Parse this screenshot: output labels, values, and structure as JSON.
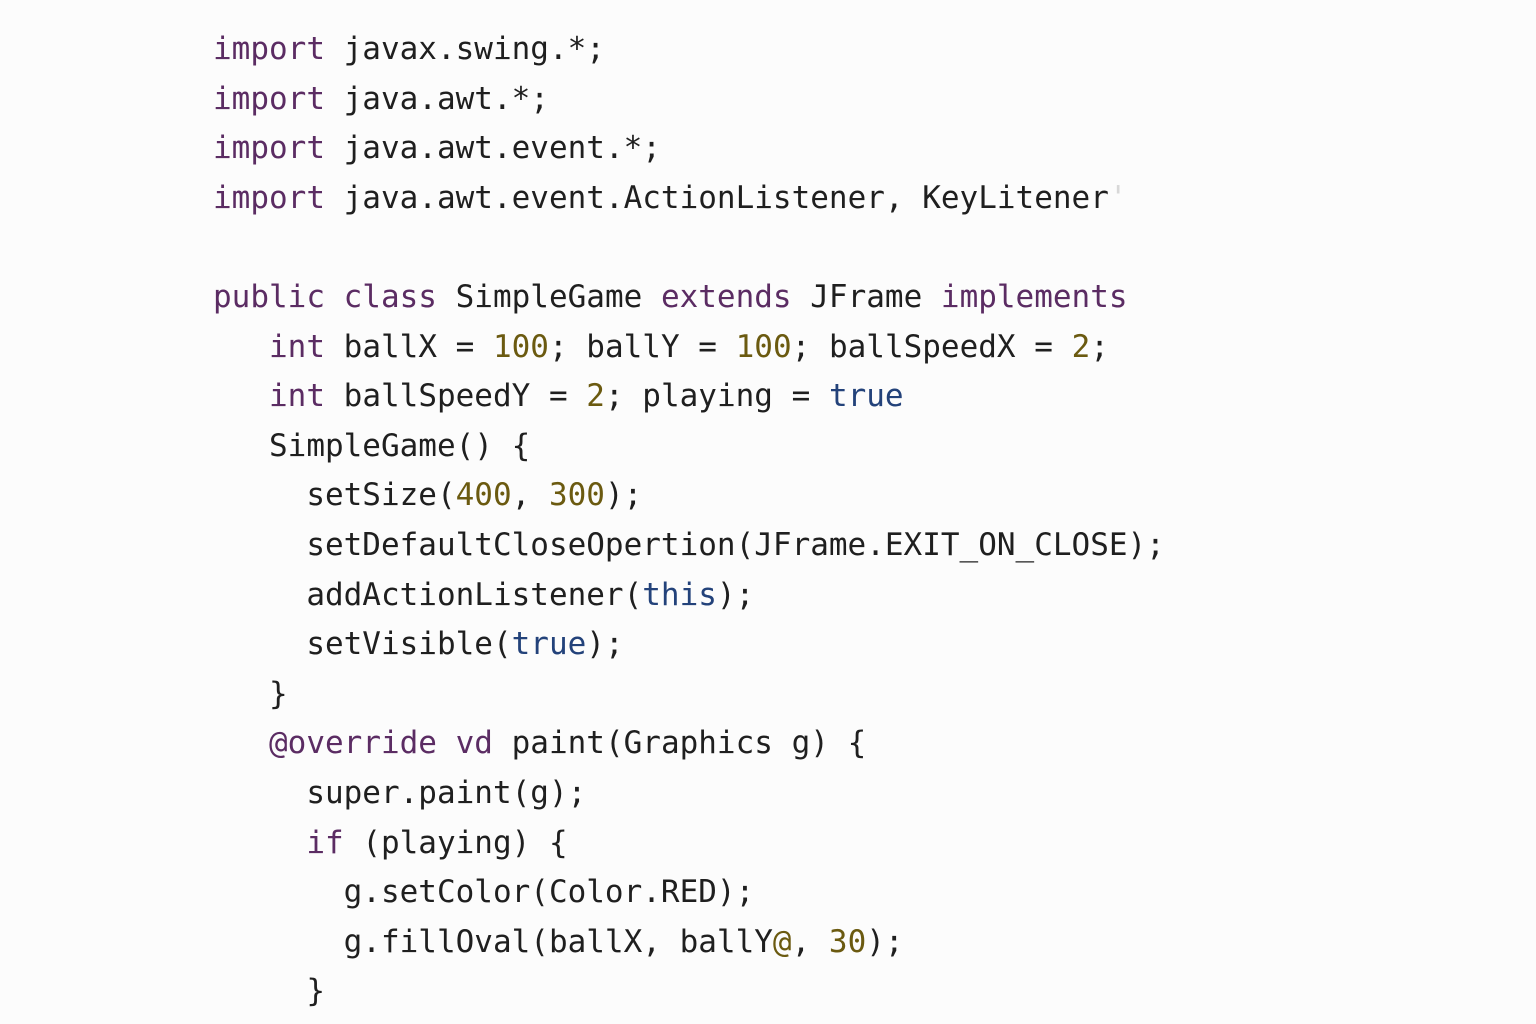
{
  "editor": {
    "language": "java",
    "colors": {
      "background": "#fcfcfc",
      "text": "#1f1f1f",
      "keyword": "#5b2c63",
      "number": "#6b5a10",
      "literal": "#23427a",
      "faded": "#d8d8d8"
    },
    "lines": [
      [
        {
          "t": "import",
          "c": "kw"
        },
        {
          "t": " javax.swing.*;",
          "c": "plain"
        }
      ],
      [
        {
          "t": "import",
          "c": "kw"
        },
        {
          "t": " java.awt.*;",
          "c": "plain"
        }
      ],
      [
        {
          "t": "import",
          "c": "kw"
        },
        {
          "t": " java.awt.event.*;",
          "c": "plain"
        }
      ],
      [
        {
          "t": "import",
          "c": "kw"
        },
        {
          "t": " java.awt.event.ActionListener, KeyLitener",
          "c": "plain"
        },
        {
          "t": "'",
          "c": "fade"
        }
      ],
      [],
      [
        {
          "t": "public class",
          "c": "kw"
        },
        {
          "t": " SimpleGame ",
          "c": "plain"
        },
        {
          "t": "extends",
          "c": "kw"
        },
        {
          "t": " JFrame ",
          "c": "plain"
        },
        {
          "t": "implements",
          "c": "kw"
        }
      ],
      [
        {
          "t": "   ",
          "c": "plain"
        },
        {
          "t": "int",
          "c": "kw"
        },
        {
          "t": " ballX = ",
          "c": "plain"
        },
        {
          "t": "100",
          "c": "num"
        },
        {
          "t": "; ballY = ",
          "c": "plain"
        },
        {
          "t": "100",
          "c": "num"
        },
        {
          "t": "; ballSpeedX = ",
          "c": "plain"
        },
        {
          "t": "2",
          "c": "num"
        },
        {
          "t": ";",
          "c": "plain"
        }
      ],
      [
        {
          "t": "   ",
          "c": "plain"
        },
        {
          "t": "int",
          "c": "kw"
        },
        {
          "t": " ballSpeedY = ",
          "c": "plain"
        },
        {
          "t": "2",
          "c": "num"
        },
        {
          "t": "; playing = ",
          "c": "plain"
        },
        {
          "t": "true",
          "c": "lit"
        }
      ],
      [
        {
          "t": "   SimpleGame() {",
          "c": "plain"
        }
      ],
      [
        {
          "t": "     setSize(",
          "c": "plain"
        },
        {
          "t": "400",
          "c": "num"
        },
        {
          "t": ", ",
          "c": "plain"
        },
        {
          "t": "300",
          "c": "num"
        },
        {
          "t": ");",
          "c": "plain"
        }
      ],
      [
        {
          "t": "     setDefaultCloseOpertion(JFrame.EXIT_ON_CLOSE);",
          "c": "plain"
        }
      ],
      [
        {
          "t": "     addActionListener(",
          "c": "plain"
        },
        {
          "t": "this",
          "c": "lit"
        },
        {
          "t": ");",
          "c": "plain"
        }
      ],
      [
        {
          "t": "     setVisible(",
          "c": "plain"
        },
        {
          "t": "true",
          "c": "lit"
        },
        {
          "t": ");",
          "c": "plain"
        }
      ],
      [
        {
          "t": "   }",
          "c": "plain"
        }
      ],
      [
        {
          "t": "   ",
          "c": "plain"
        },
        {
          "t": "@override vd",
          "c": "ann"
        },
        {
          "t": " paint(Graphics g) {",
          "c": "plain"
        }
      ],
      [
        {
          "t": "     super.paint(g);",
          "c": "plain"
        }
      ],
      [
        {
          "t": "     ",
          "c": "plain"
        },
        {
          "t": "if",
          "c": "kw"
        },
        {
          "t": " (playing) {",
          "c": "plain"
        }
      ],
      [
        {
          "t": "       g.setColor(Color.RED);",
          "c": "plain"
        }
      ],
      [
        {
          "t": "       g.fillOval(ballX, ballY",
          "c": "plain"
        },
        {
          "t": "@",
          "c": "num"
        },
        {
          "t": ", ",
          "c": "plain"
        },
        {
          "t": "30",
          "c": "num"
        },
        {
          "t": ");",
          "c": "plain"
        }
      ],
      [
        {
          "t": "     }",
          "c": "plain"
        }
      ]
    ]
  }
}
